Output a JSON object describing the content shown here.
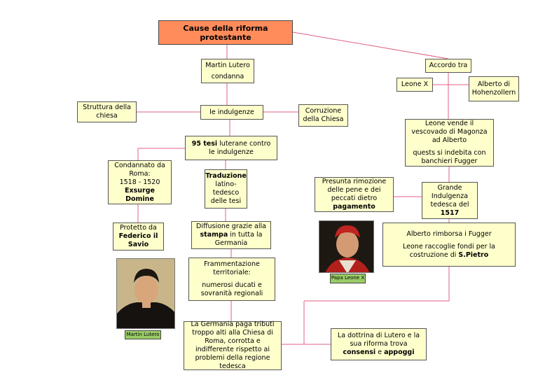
{
  "title": "Cause della riforma protestante",
  "nodes": {
    "lutero": [
      "Martin Lutero",
      "condanna"
    ],
    "indulgenze": "le indulgenze",
    "struttura": "Struttura della chiesa",
    "corruzione": "Corruzione della Chiesa",
    "tesi": {
      "bold": "95 tesi",
      "rest": " luterane contro le indulgenze"
    },
    "condannato": {
      "l1": "Condannato da Roma:",
      "l2": "1518 - 1520",
      "bold": "Exsurge Domine"
    },
    "traduzione": {
      "bold": "Traduzione",
      "rest": "latino-tedesco delle tesi"
    },
    "protetto": {
      "pre": "Protetto da",
      "bold": "Federico il Savio"
    },
    "diffusione": {
      "pre": "Diffusione grazie alla ",
      "bold": "stampa",
      "post": " in tutta la Germania"
    },
    "frammentazione": [
      "Frammentazione territoriale:",
      "numerosi ducati  e sovranità regionali"
    ],
    "germania": "La Germania paga tributi troppo alti alla Chiesa di Roma, corrotta e indifferente rispetto ai problemi della regione tedesca",
    "dottrina": {
      "pre": "La dottrina di Lutero e la sua riforma trova ",
      "bold1": "consensi",
      "mid": " e ",
      "bold2": "appoggi"
    },
    "accordo": "Accordo tra",
    "leone": "Leone X",
    "alberto": "Alberto di Hohenzollern",
    "vende": [
      "Leone vende il vescovado di Magonza ad Alberto",
      "quests si indebita con banchieri Fugger"
    ],
    "presunta": {
      "pre": "Presunta rimozione delle pene e dei peccati dietro ",
      "bold": "pagamento"
    },
    "grande": {
      "pre": "Grande Indulgenza tedesca del ",
      "bold": "1517"
    },
    "rimborsa": {
      "p1": "Alberto rimborsa i Fugger",
      "pre": "Leone raccoglie fondi per la costruzione di ",
      "bold": "S.Pietro"
    }
  },
  "captions": {
    "lutero": "Martin Lutero",
    "papa": "Papa Leone X"
  },
  "colors": {
    "box": "#ffffcc",
    "title": "#ff8c5a",
    "line": "#e06080",
    "caption": "#99cc66"
  }
}
